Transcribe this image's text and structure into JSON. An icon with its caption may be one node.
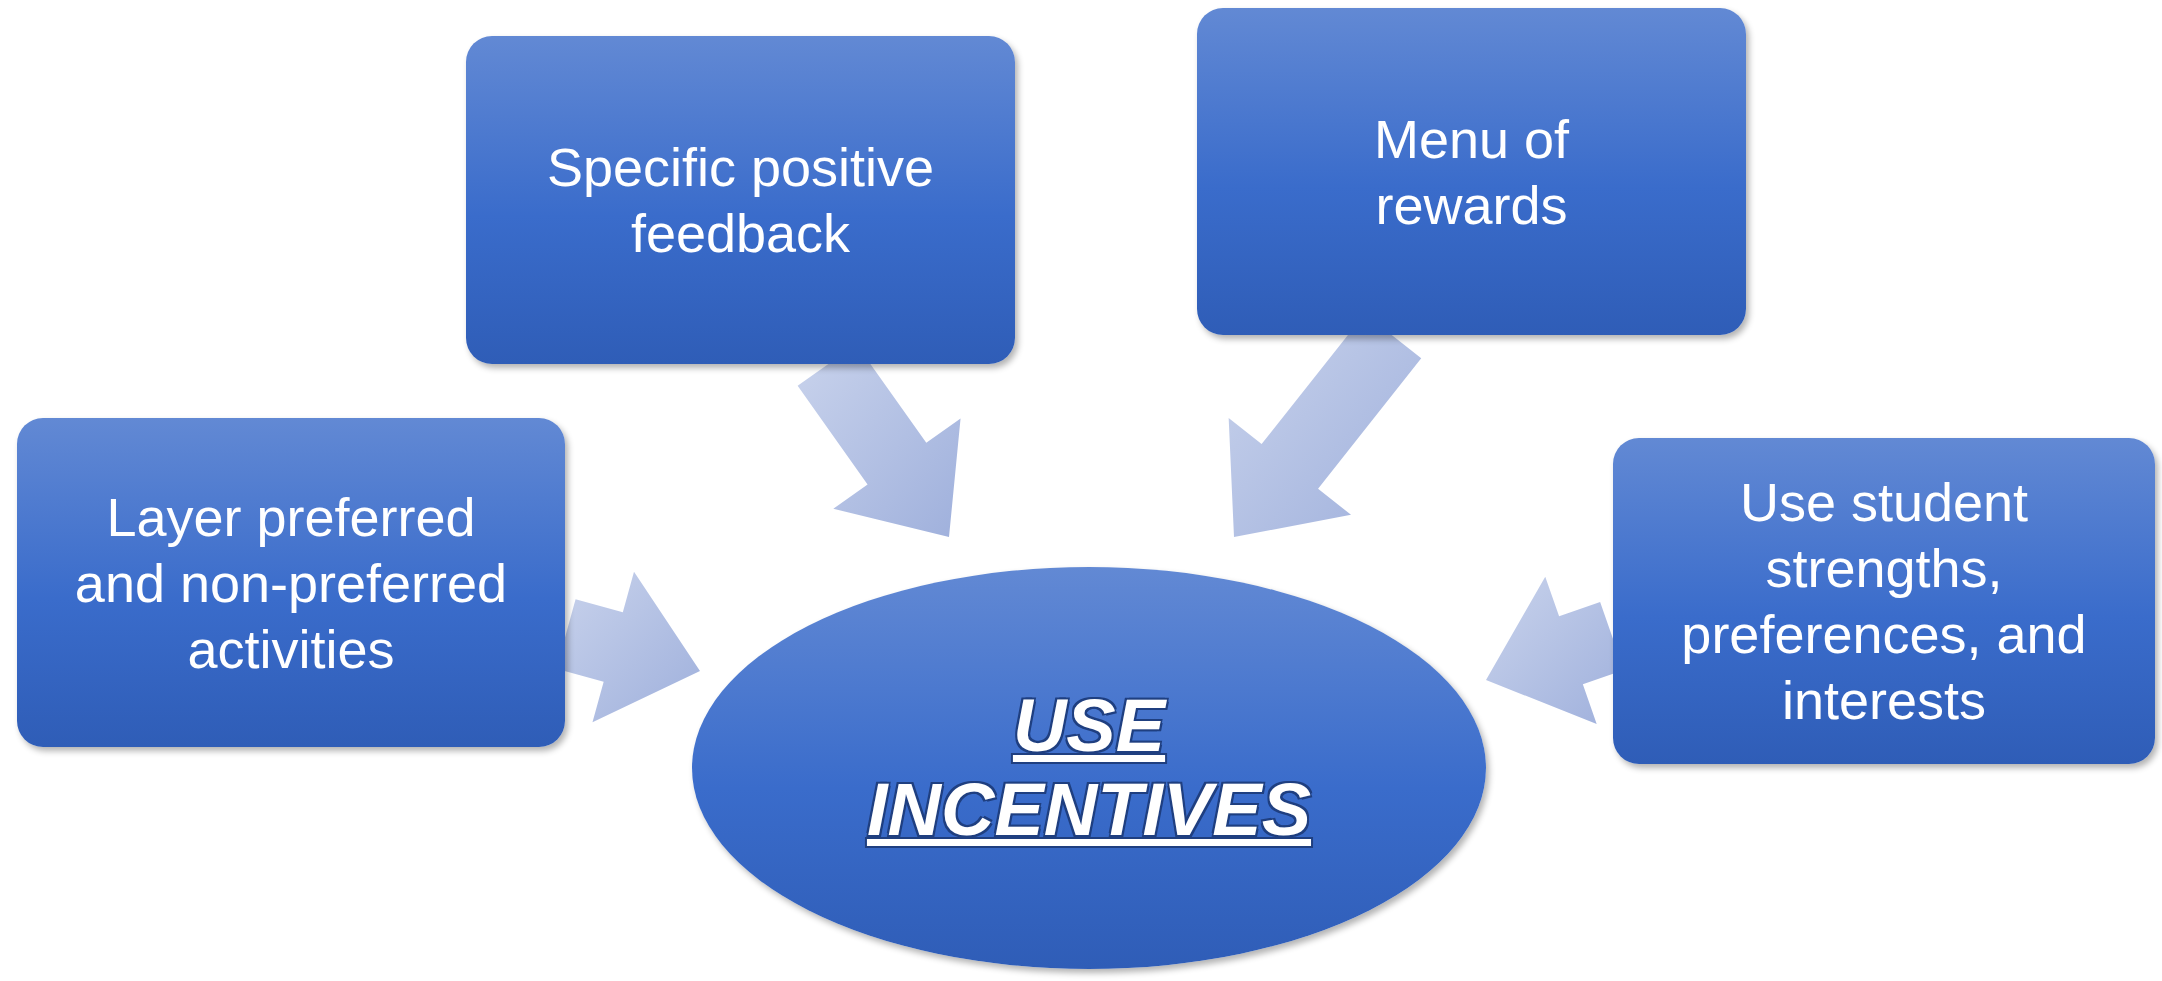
{
  "diagram": {
    "nodes": [
      {
        "text": [
          "Specific positive feedback"
        ]
      },
      {
        "text": [
          "Menu of rewards"
        ]
      },
      {
        "text": [
          "Layer preferred and non-preferred activities"
        ]
      },
      {
        "text": [
          "Use student strengths, preferences, and interests"
        ]
      },
      {
        "text": [
          "USE INCENTIVES"
        ]
      }
    ],
    "edges": [
      {
        "from": 0,
        "to": 4,
        "arrow": "to"
      },
      {
        "from": 1,
        "to": 4,
        "arrow": "to"
      },
      {
        "from": 2,
        "to": 4,
        "arrow": "to"
      },
      {
        "from": 3,
        "to": 4,
        "arrow": "to"
      }
    ]
  }
}
